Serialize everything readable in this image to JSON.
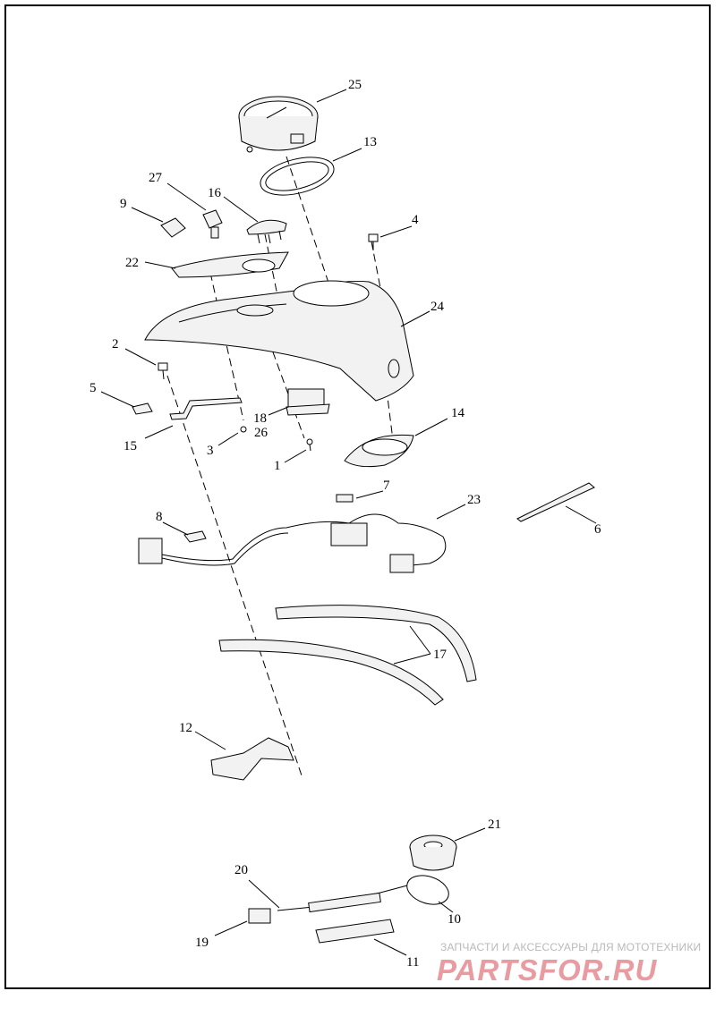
{
  "callouts": {
    "c1": "1",
    "c2": "2",
    "c3": "3",
    "c4": "4",
    "c5": "5",
    "c6": "6",
    "c7": "7",
    "c8": "8",
    "c9": "9",
    "c10": "10",
    "c11": "11",
    "c12": "12",
    "c13": "13",
    "c14": "14",
    "c15": "15",
    "c16": "16",
    "c17": "17",
    "c18": "18",
    "c19": "19",
    "c20": "20",
    "c21": "21",
    "c22": "22",
    "c23": "23",
    "c24": "24",
    "c25": "25",
    "c26": "26",
    "c27": "27"
  },
  "watermark": {
    "tagline": "ЗАПЧАСТИ И АКСЕССУАРЫ ДЛЯ МОТОТЕХНИКИ",
    "logo": "PARTSFOR.RU"
  },
  "colors": {
    "line": "#000000",
    "part_fill": "#f2f2f2",
    "watermark_red": "#d64852"
  }
}
